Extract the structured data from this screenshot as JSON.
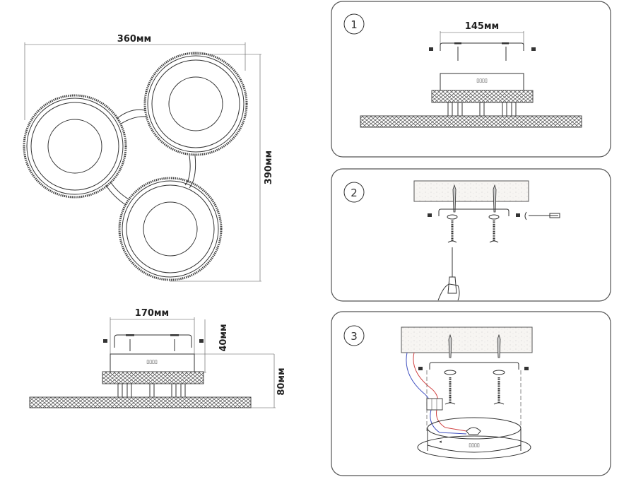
{
  "top_view": {
    "width_label": "360мм",
    "height_label": "390мм"
  },
  "side_view": {
    "width_label": "170мм",
    "base_height_label": "40мм",
    "total_height_label": "80мм"
  },
  "steps": [
    {
      "number": "1",
      "width_label": "145мм"
    },
    {
      "number": "2"
    },
    {
      "number": "3"
    }
  ],
  "colors": {
    "line": "#333333",
    "panel_border": "#555555",
    "wire_live": "#d04040",
    "wire_neutral": "#4050c0"
  }
}
